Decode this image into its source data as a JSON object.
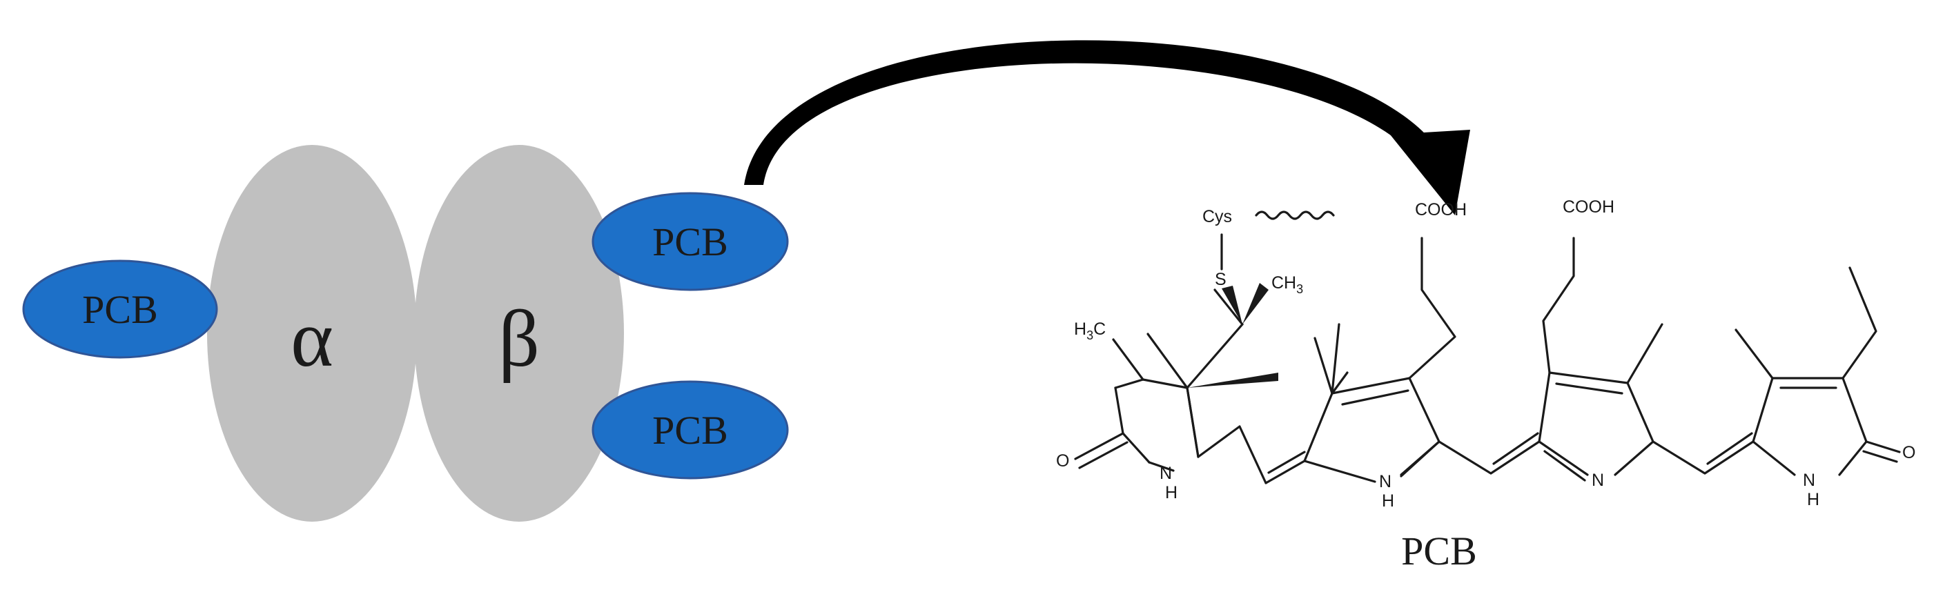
{
  "colors": {
    "subunit_fill": "#c0c0c0",
    "pcb_fill": "#1d70c8",
    "pcb_stroke": "#2f5597",
    "text": "#1a1a1a",
    "arrow": "#000000"
  },
  "protein": {
    "alpha_label": "α",
    "beta_label": "β",
    "pcb_left_label": "PCB",
    "pcb_top_right_label": "PCB",
    "pcb_bottom_right_label": "PCB"
  },
  "molecule": {
    "caption": "PCB",
    "atoms": {
      "cys": "Cys",
      "sulfur": "S",
      "ch3_c": "CH",
      "ch3_sub": "3",
      "h3c_h": "H",
      "h3c_sub": "3",
      "h3c_c": "C",
      "cooh_1": "COOH",
      "cooh_2": "COOH",
      "oxygen_left": "O",
      "oxygen_right": "O",
      "nh_a_n": "N",
      "nh_a_h": "H",
      "nh_b_n": "N",
      "nh_b_h": "H",
      "n_c": "N",
      "nh_d_n": "N",
      "nh_d_h": "H"
    }
  }
}
